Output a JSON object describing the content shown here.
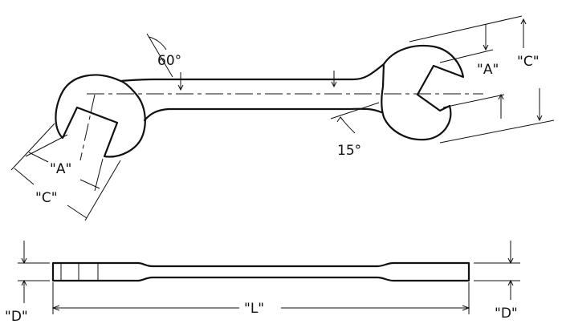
{
  "drawing": {
    "labels": {
      "angle_left": "60°",
      "angle_right": "15°",
      "a_left": "\"A\"",
      "c_left": "\"C\"",
      "a_right": "\"A\"",
      "c_right": "\"C\"",
      "d_left": "\"D\"",
      "l_length": "\"L\"",
      "d_right": "\"D\""
    }
  }
}
